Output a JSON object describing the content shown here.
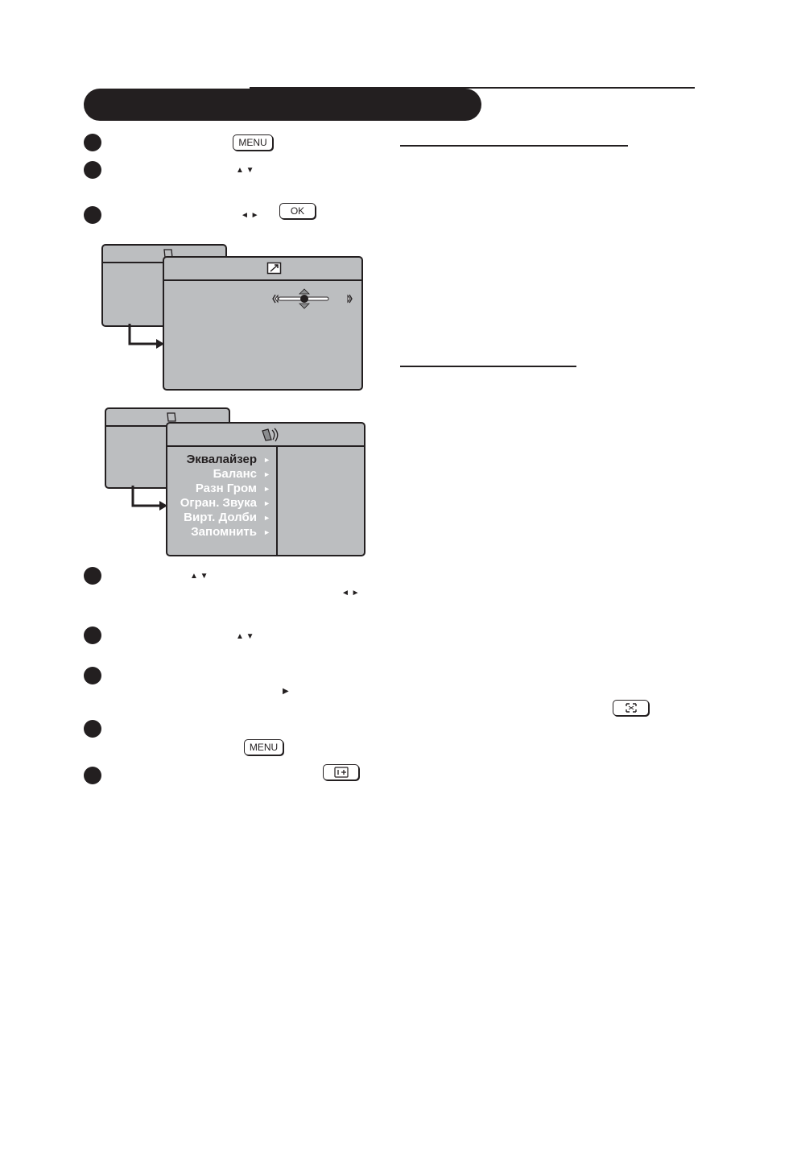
{
  "keys": {
    "menu": "MENU",
    "ok": "OK",
    "menu_bottom": "MENU"
  },
  "arrows": {
    "up_down": "▲ ▼",
    "left_right": "◄ ►",
    "right": "▶",
    "item": "►"
  },
  "sound_menu": {
    "items": [
      "Эквалайзер",
      "Баланс",
      "Разн Гром",
      "Огран. Звука",
      "Вирт. Долби",
      "Запомнить"
    ],
    "active_index": 0
  },
  "colors": {
    "ink": "#231f20",
    "osd_grey": "#bcbec0",
    "osd_text": "#ffffff"
  }
}
